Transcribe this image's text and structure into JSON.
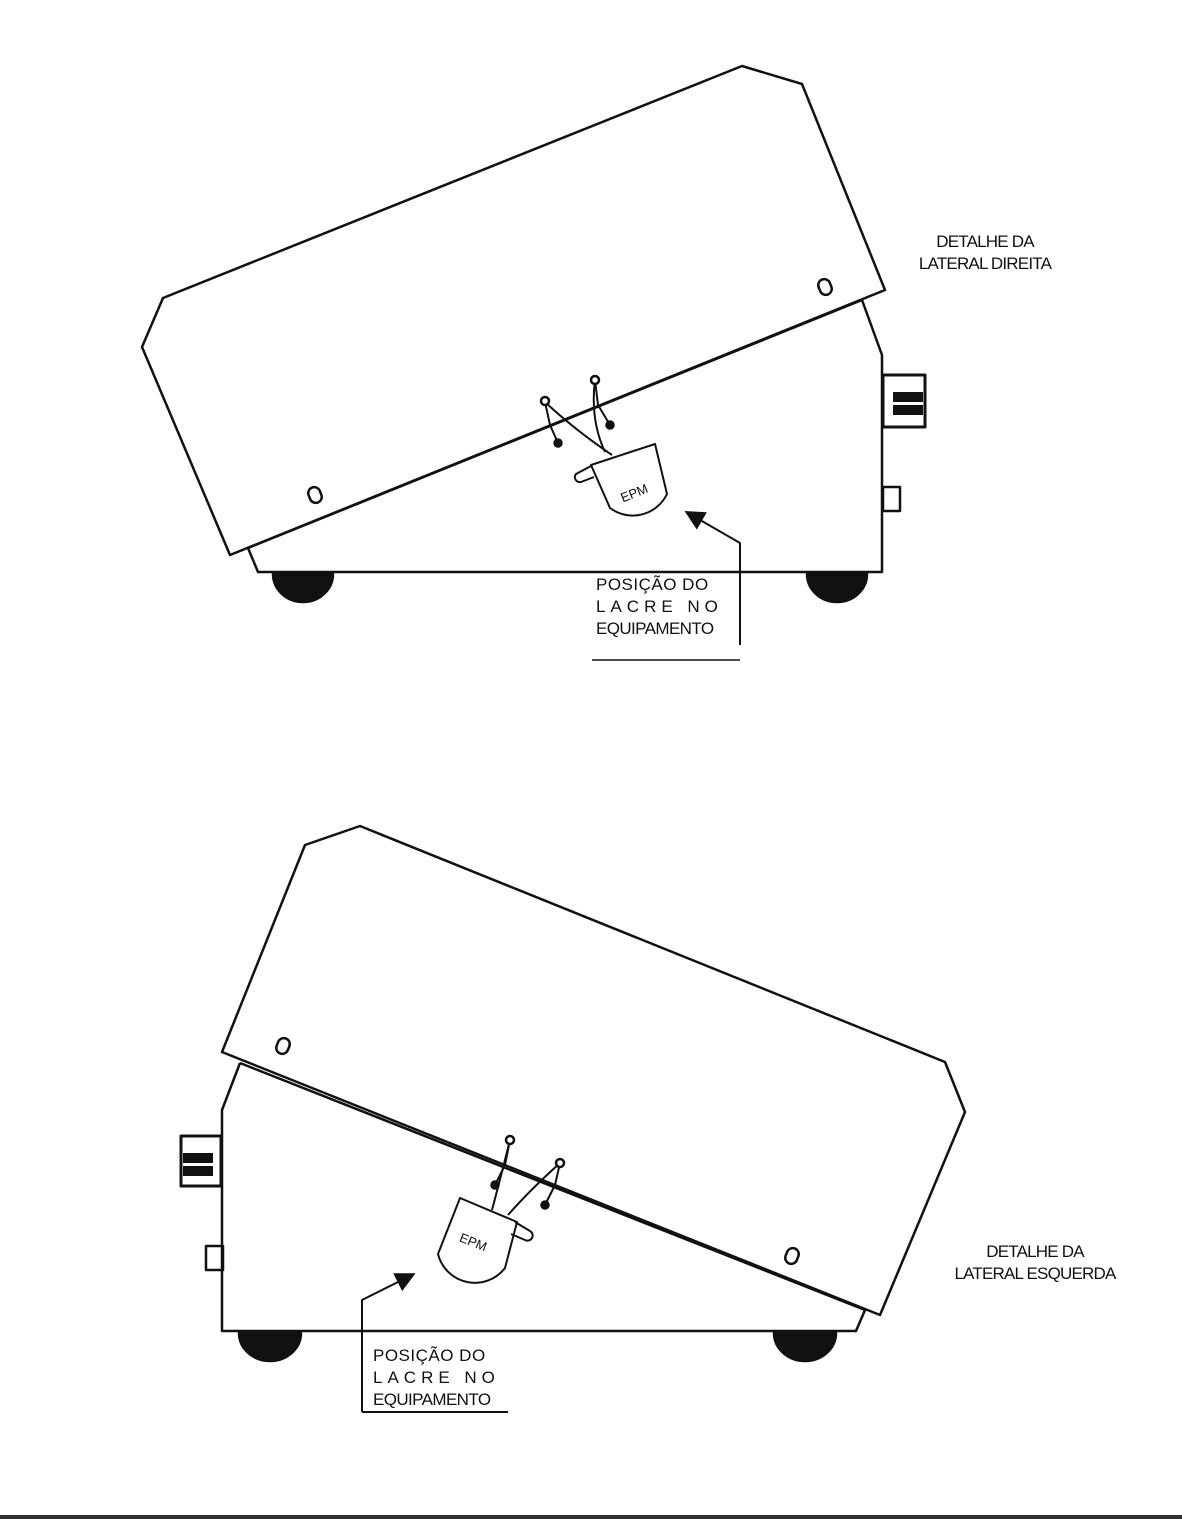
{
  "colors": {
    "ink": "#111111",
    "paper": "#ffffff"
  },
  "top_view": {
    "detail_line1": "DETALHE DA",
    "detail_line2": "LATERAL DIREITA",
    "seal_text": "EPM",
    "position_line1": "POSIÇÃO DO",
    "position_line2": "LACRE NO",
    "position_line3": "EQUIPAMENTO"
  },
  "bottom_view": {
    "detail_line1": "DETALHE DA",
    "detail_line2": "LATERAL ESQUERDA",
    "seal_text": "EPM",
    "position_line1": "POSIÇÃO DO",
    "position_line2": "LACRE NO",
    "position_line3": "EQUIPAMENTO"
  }
}
